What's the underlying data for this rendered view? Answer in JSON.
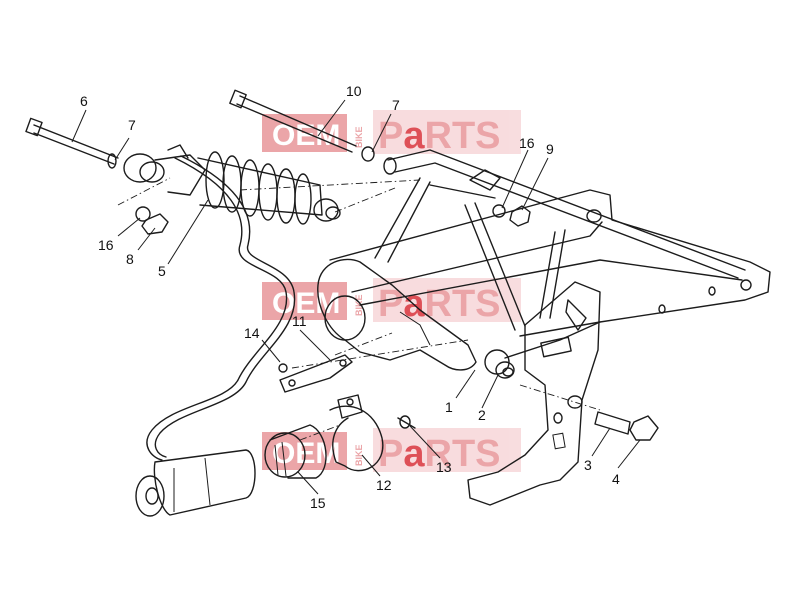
{
  "diagram": {
    "callouts": [
      "6",
      "7",
      "10",
      "7",
      "16",
      "9",
      "16",
      "8",
      "5",
      "14",
      "11",
      "1",
      "2",
      "3",
      "4",
      "13",
      "12",
      "15"
    ]
  },
  "watermark": {
    "oem": "OEM",
    "bike": "BIKE",
    "parts": "PaRTS",
    "color_light": "#e8969a",
    "color_dark": "#d9323a"
  }
}
